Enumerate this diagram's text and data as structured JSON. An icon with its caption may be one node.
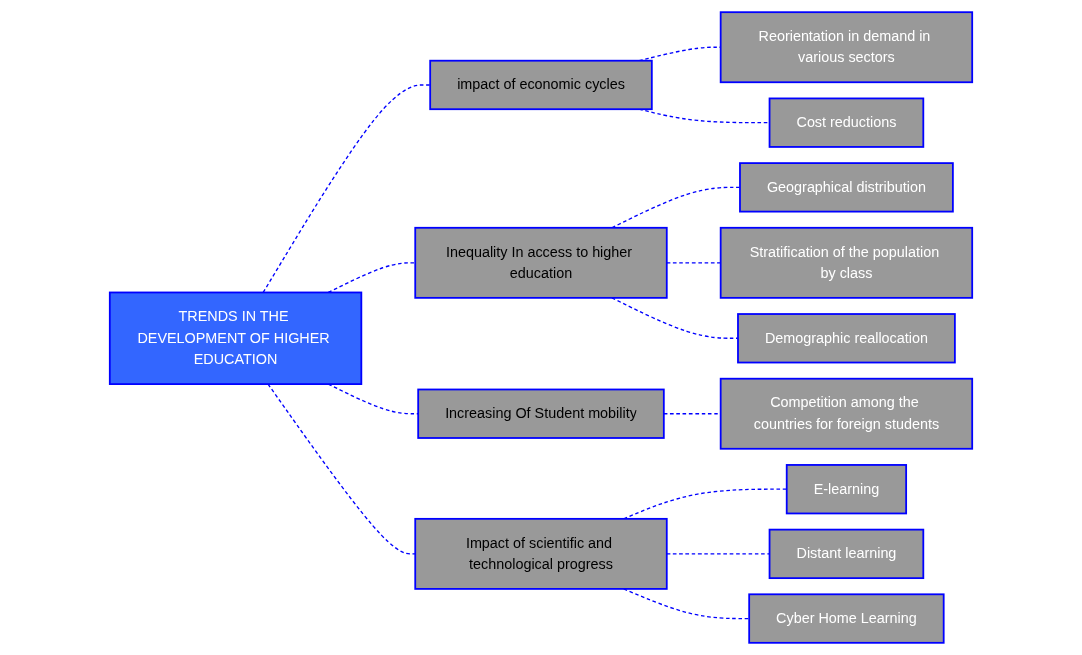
{
  "diagram": {
    "nodes": [
      {
        "text": [
          "TRENDS IN THE DEVELOPMENT OF HIGHER EDUCATION"
        ]
      },
      {
        "text": [
          "impact of economic cycles"
        ]
      },
      {
        "text": [
          "Reorientation in demand in various sectors"
        ]
      },
      {
        "text": [
          "Cost reductions"
        ]
      },
      {
        "text": [
          "Inequality In access to higher education"
        ]
      },
      {
        "text": [
          "Geographical distribution"
        ]
      },
      {
        "text": [
          "Stratification of the population by class"
        ]
      },
      {
        "text": [
          "Demographic reallocation"
        ]
      },
      {
        "text": [
          "Increasing Of Student mobility"
        ]
      },
      {
        "text": [
          "Competition among the countries for foreign students"
        ]
      },
      {
        "text": [
          "Impact of scientific and technological progress"
        ]
      },
      {
        "text": [
          "E-learning"
        ]
      },
      {
        "text": [
          "Distant learning"
        ]
      },
      {
        "text": [
          "Cyber Home Learning"
        ]
      }
    ],
    "edges": [
      {
        "from": 0,
        "to": 1,
        "arrow": "none",
        "style": "dashed"
      },
      {
        "from": 0,
        "to": 4,
        "arrow": "none",
        "style": "dashed"
      },
      {
        "from": 0,
        "to": 8,
        "arrow": "none",
        "style": "dashed"
      },
      {
        "from": 0,
        "to": 10,
        "arrow": "none",
        "style": "dashed"
      },
      {
        "from": 1,
        "to": 2,
        "arrow": "none",
        "style": "dashed"
      },
      {
        "from": 1,
        "to": 3,
        "arrow": "none",
        "style": "dashed"
      },
      {
        "from": 4,
        "to": 5,
        "arrow": "none",
        "style": "dashed"
      },
      {
        "from": 4,
        "to": 6,
        "arrow": "none",
        "style": "dashed"
      },
      {
        "from": 4,
        "to": 7,
        "arrow": "none",
        "style": "dashed"
      },
      {
        "from": 8,
        "to": 9,
        "arrow": "none",
        "style": "dashed"
      },
      {
        "from": 10,
        "to": 11,
        "arrow": "none",
        "style": "dashed"
      },
      {
        "from": 10,
        "to": 12,
        "arrow": "none",
        "style": "dashed"
      },
      {
        "from": 10,
        "to": 13,
        "arrow": "none",
        "style": "dashed"
      }
    ]
  }
}
